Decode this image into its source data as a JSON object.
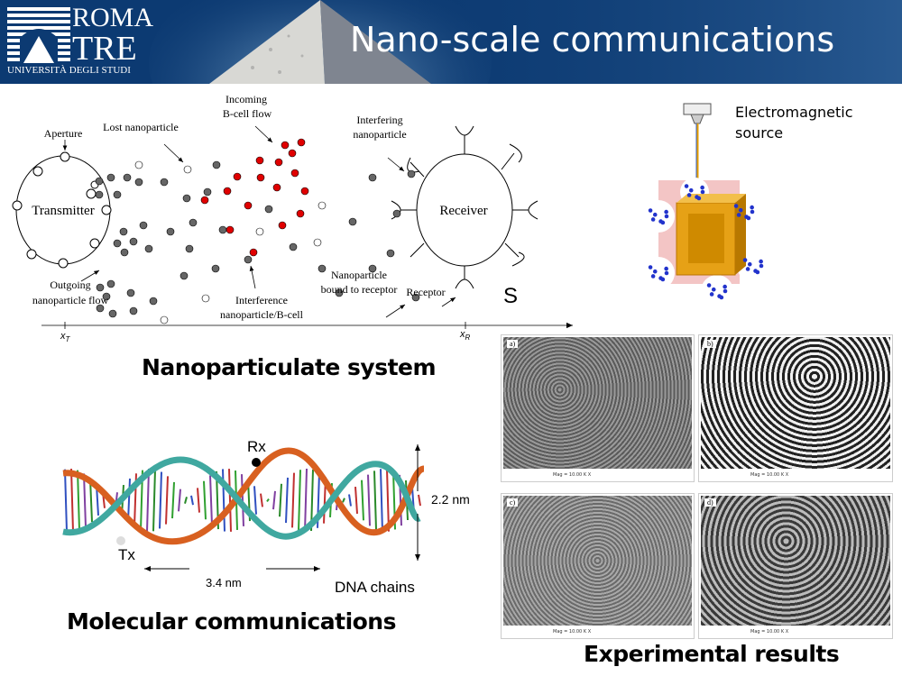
{
  "header": {
    "logo": {
      "line1": "ROMA",
      "line2": "TRE",
      "line3": "UNIVERSITÀ DEGLI STUDI"
    },
    "title": "Nano-scale communications",
    "colors": {
      "background": "#0c3a72",
      "text": "#ffffff"
    }
  },
  "nanoparticulate_diagram": {
    "transmitter": "Transmitter",
    "receiver": "Receiver",
    "aperture": "Aperture",
    "lost_nanoparticle": "Lost nanoparticle",
    "incoming_line1": "Incoming",
    "incoming_line2": "B-cell flow",
    "interfering_line1": "Interfering",
    "interfering_line2": "nanoparticle",
    "interference_line1": "Interference",
    "interference_line2": "nanoparticle/B-cell",
    "outgoing_line1": "Outgoing",
    "outgoing_line2": "nanoparticle flow",
    "bound_line1": "Nanoparticle",
    "bound_line2": "bound to receptor",
    "receptor": "Receptor",
    "s_symbol": "S",
    "axis_xt": "x",
    "axis_xt_sub": "T",
    "axis_xr": "x",
    "axis_xr_sub": "R",
    "colors": {
      "particle": "#666666",
      "b_cell": "#e00000"
    }
  },
  "em_source": {
    "line1": "Electromagnetic",
    "line2": "source"
  },
  "captions": {
    "nanoparticulate": "Nanoparticulate system",
    "molecular": "Molecular communications",
    "experimental": "Experimental results"
  },
  "dna": {
    "rx": "Rx",
    "tx": "Tx",
    "height": "2.2 nm",
    "pitch": "3.4 nm",
    "label": "DNA chains"
  },
  "sem_images": [
    {
      "tag": "a)",
      "mag": "Mag = 10.00 K X"
    },
    {
      "tag": "b)",
      "mag": "Mag = 10.00 K X"
    },
    {
      "tag": "c)",
      "mag": "Mag = 10.00 K X"
    },
    {
      "tag": "d)",
      "mag": "Mag = 10.00 K X"
    }
  ]
}
